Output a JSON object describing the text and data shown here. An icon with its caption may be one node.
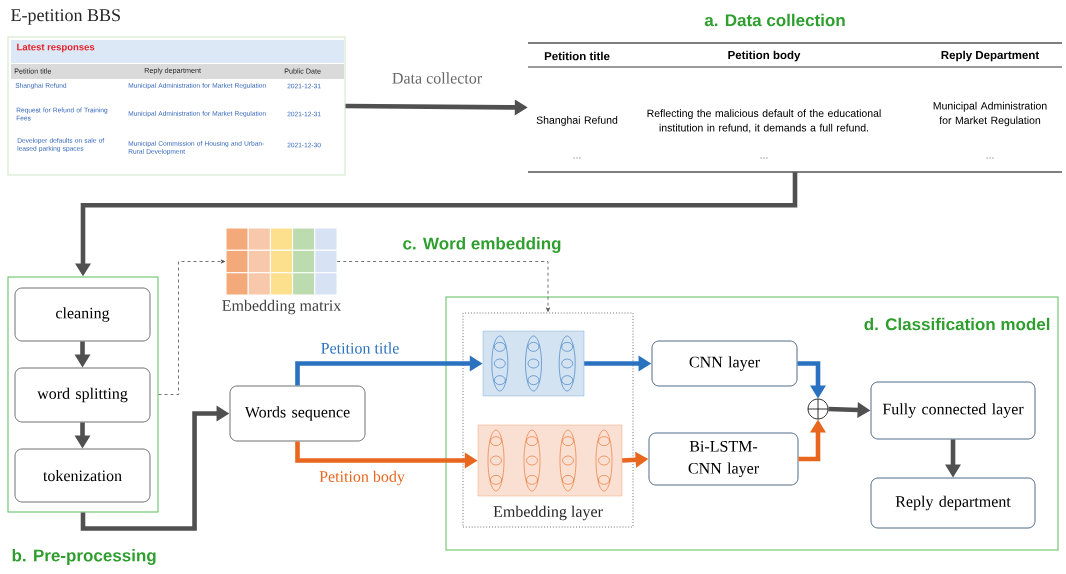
{
  "diagram": {
    "nodes": [
      {
        "text": [
          "E-petition BBS",
          "Latest responses"
        ]
      },
      {
        "text": [
          "a. Data collection"
        ]
      },
      {
        "text": [
          "b. Pre-processing"
        ]
      },
      {
        "text": [
          "cleaning"
        ],
        "in": 2
      },
      {
        "text": [
          "word splitting"
        ],
        "in": 2
      },
      {
        "text": [
          "tokenization"
        ],
        "in": 2
      },
      {
        "text": [
          "Embedding matrix"
        ]
      },
      {
        "text": [
          "Words sequence"
        ]
      },
      {
        "text": [
          "d. Classification model"
        ]
      },
      {
        "text": [
          "Embedding layer"
        ],
        "in": 8
      },
      {
        "text": [],
        "shape": "box",
        "in": 9
      },
      {
        "text": [],
        "shape": "box",
        "in": 9
      },
      {
        "text": [
          "CNN layer"
        ],
        "in": 8
      },
      {
        "text": [
          "Bi-LSTM-CNN layer"
        ],
        "in": 8
      },
      {
        "text": [],
        "shape": "circle",
        "in": 8
      },
      {
        "text": [
          "Fully connected layer"
        ],
        "in": 8
      },
      {
        "text": [
          "Reply department"
        ],
        "in": 8
      }
    ],
    "edges": [
      {
        "from": 0,
        "to": 1,
        "arrow": "to",
        "label": "Data collector"
      },
      {
        "from": 1,
        "to": 2,
        "arrow": "to"
      },
      {
        "from": 3,
        "to": 4,
        "arrow": "to"
      },
      {
        "from": 4,
        "to": 5,
        "arrow": "to"
      },
      {
        "from": 2,
        "to": 6,
        "arrow": "to",
        "style": "dashed"
      },
      {
        "from": 6,
        "to": 9,
        "arrow": "to",
        "style": "dashed"
      },
      {
        "from": 2,
        "to": 7,
        "arrow": "to"
      },
      {
        "from": 7,
        "to": 10,
        "arrow": "to",
        "label": "Petition title",
        "color": "#2a72c0"
      },
      {
        "from": 7,
        "to": 11,
        "arrow": "to",
        "label": "Petition body",
        "color": "#e8661e"
      },
      {
        "from": 10,
        "to": 12,
        "arrow": "to",
        "color": "#2a72c0"
      },
      {
        "from": 11,
        "to": 13,
        "arrow": "to",
        "color": "#e8661e"
      },
      {
        "from": 12,
        "to": 14,
        "arrow": "to",
        "color": "#2a72c0"
      },
      {
        "from": 13,
        "to": 14,
        "arrow": "to",
        "color": "#e8661e"
      },
      {
        "from": 14,
        "to": 15,
        "arrow": "to"
      },
      {
        "from": 15,
        "to": 16,
        "arrow": "to"
      }
    ],
    "labels": [
      "Petition title",
      "Reply department",
      "Public Date",
      "Shanghai Refund",
      "Municipal Administration for Market Regulation",
      "2021-12-31",
      "Request for Refund of Training Fees",
      "Municipal Administration for Market Regulation",
      "2021-12-31",
      "Developer defaults on sale of leased parking spaces",
      "Municipal Commission of Housing and Urban-Rural Development",
      "2021-12-30",
      "Petition title",
      "Petition body",
      "Reply Department",
      "Shanghai Refund",
      "Reflecting the malicious default of the educational institution in refund, it demands a full refund.",
      "Municipal Administration for Market Regulation",
      "...",
      "...",
      "...",
      "c. Word embedding"
    ]
  }
}
